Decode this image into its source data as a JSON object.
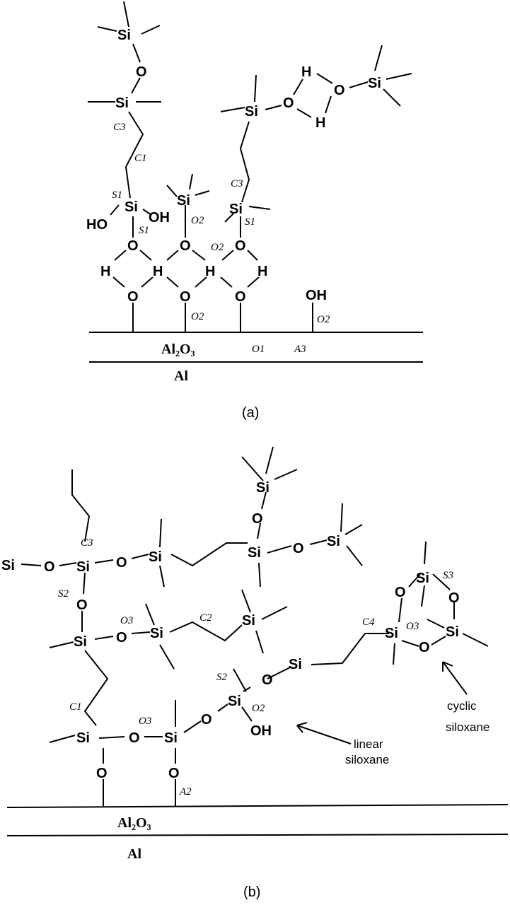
{
  "atoms": {
    "si": "Si",
    "o": "O",
    "h": "H",
    "oh": "OH",
    "ho": "HO",
    "al": "Al",
    "al2o3": "Al₂O₃"
  },
  "site_labels": {
    "C1": "C1",
    "C2": "C2",
    "C3": "C3",
    "C4": "C4",
    "S1": "S1",
    "S2": "S2",
    "S3": "S3",
    "O1": "O1",
    "O2": "O2",
    "O3": "O3",
    "A2": "A2",
    "A3": "A3"
  },
  "captions": {
    "a": "(a)",
    "b": "(b)"
  },
  "annotations": {
    "linear_1": "linear",
    "linear_2": "siloxane",
    "cyclic_1": "cyclic",
    "cyclic_2": "siloxane"
  },
  "colors": {
    "ink": "#000000",
    "background": "#ffffff"
  }
}
